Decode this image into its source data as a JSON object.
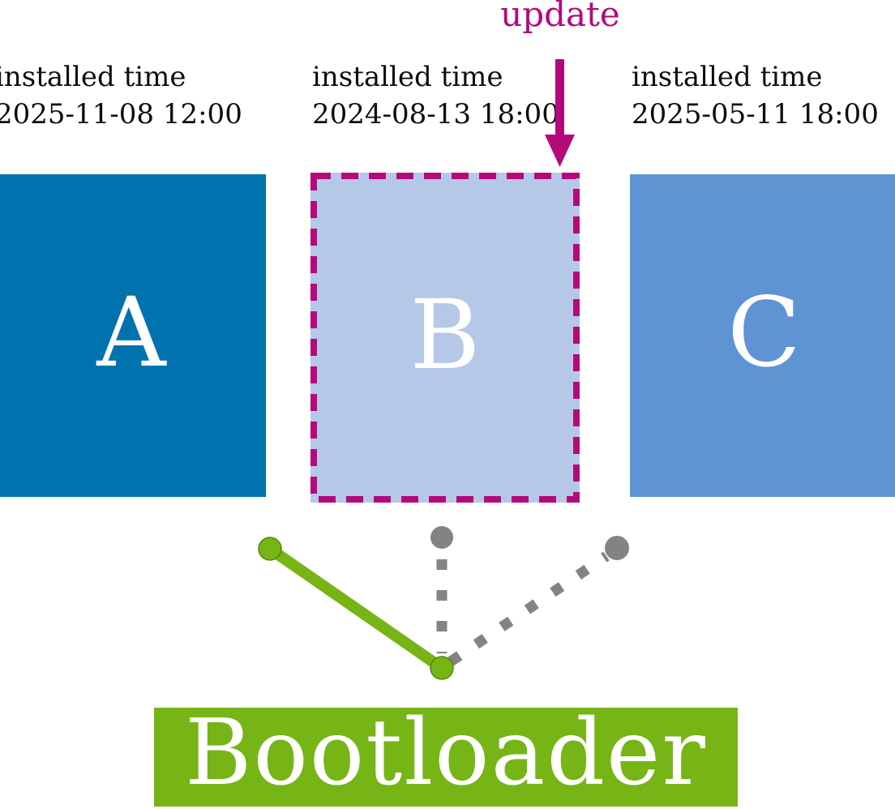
{
  "update": {
    "label": "update"
  },
  "slots": [
    {
      "letter": "A",
      "installed_label": "installed time",
      "installed_time": "2025-11-08 12:00"
    },
    {
      "letter": "B",
      "installed_label": "installed time",
      "installed_time": "2024-08-13 18:00",
      "highlighted": "update target (dashed magenta outline)"
    },
    {
      "letter": "C",
      "installed_label": "installed time",
      "installed_time": "2025-05-11 18:00"
    }
  ],
  "bootloader": {
    "label": "Bootloader"
  },
  "connections": [
    {
      "from": "Bootloader",
      "to": "A",
      "style": "solid",
      "color_name": "green"
    },
    {
      "from": "Bootloader",
      "to": "B",
      "style": "dotted",
      "color_name": "gray"
    },
    {
      "from": "Bootloader",
      "to": "C",
      "style": "dotted",
      "color_name": "gray"
    }
  ],
  "colors": {
    "magenta": "#b4097c",
    "slot_a_blue": "#0073ae",
    "slot_b_fill": "#b6c8e8",
    "slot_c_blue": "#5e94d3",
    "green": "#76b515",
    "green_dark": "#578508",
    "gray": "#838383",
    "text_black": "#0d0d0d",
    "white": "#ffffff"
  }
}
